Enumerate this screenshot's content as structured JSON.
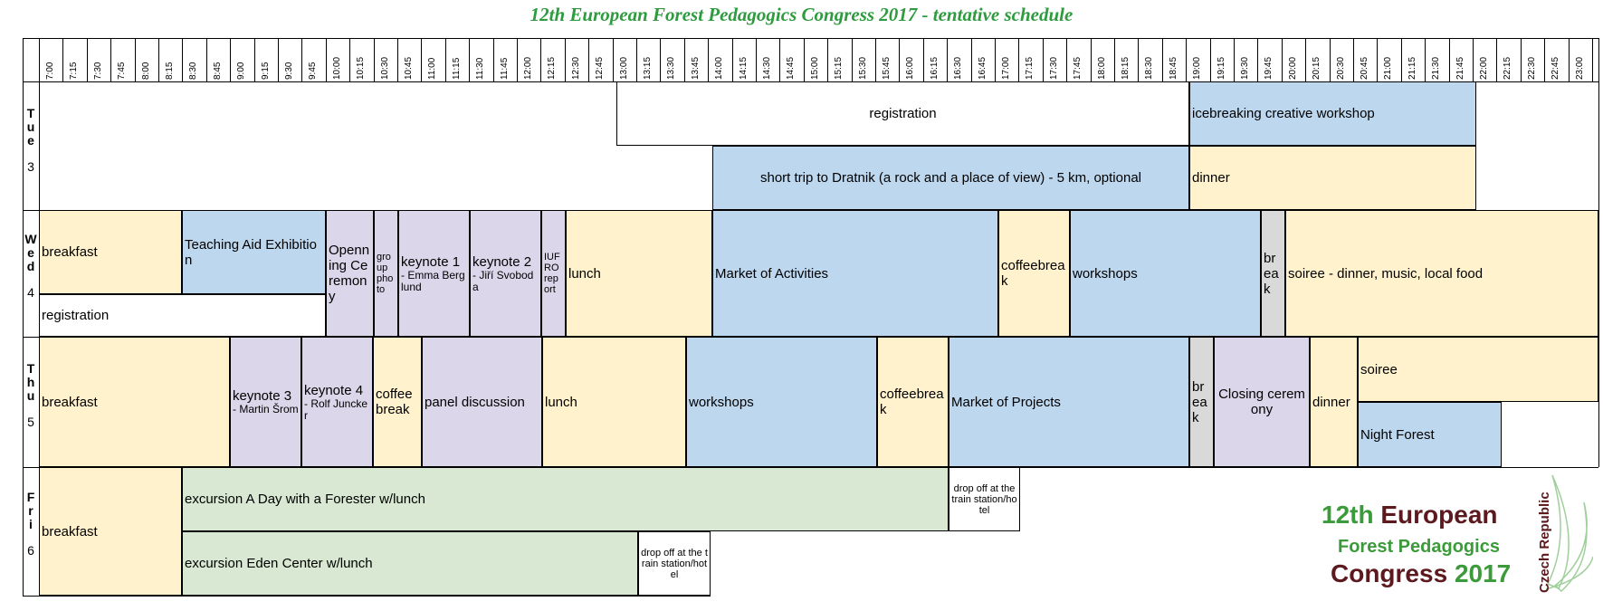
{
  "title": "12th European Forest Pedagogics Congress 2017 - tentative schedule",
  "times": [
    "7:00",
    "7:15",
    "7:30",
    "7:45",
    "8:00",
    "8:15",
    "8:30",
    "8:45",
    "9:00",
    "9:15",
    "9:30",
    "9:45",
    "10:00",
    "10:15",
    "10:30",
    "10:45",
    "11:00",
    "11:15",
    "11:30",
    "11:45",
    "12:00",
    "12:15",
    "12:30",
    "12:45",
    "13:00",
    "13:15",
    "13:30",
    "13:45",
    "14:00",
    "14:15",
    "14:30",
    "14:45",
    "15:00",
    "15:15",
    "15:30",
    "15:45",
    "16:00",
    "16:15",
    "16:30",
    "16:45",
    "17:00",
    "17:15",
    "17:30",
    "17:45",
    "18:00",
    "18:15",
    "18:30",
    "18:45",
    "19:00",
    "19:15",
    "19:30",
    "19:45",
    "20:00",
    "20:15",
    "20:30",
    "20:45",
    "21:00",
    "21:15",
    "21:30",
    "21:45",
    "22:00",
    "22:15",
    "22:30",
    "22:45",
    "23:00"
  ],
  "days": [
    {
      "letters": [
        "T",
        "u",
        "e"
      ],
      "num": "3"
    },
    {
      "letters": [
        "W",
        "e",
        "d"
      ],
      "num": "4"
    },
    {
      "letters": [
        "T",
        "h",
        "u"
      ],
      "num": "5"
    },
    {
      "letters": [
        "F",
        "r",
        "i"
      ],
      "num": "6"
    }
  ],
  "events": {
    "tue_registration": "registration",
    "tue_icebreaking": "icebreaking creative workshop",
    "tue_trip": "short trip to Dratnik (a rock and a place of view) - 5 km, optional",
    "tue_dinner": "dinner",
    "wed_breakfast": "breakfast",
    "wed_teaching": "Teaching Aid Exhibition",
    "wed_registration": "registration",
    "wed_opening": "Openning Ceremony",
    "wed_photo": "group photo",
    "wed_keynote1": "keynote 1",
    "wed_keynote1_sub": "- Emma Berglund",
    "wed_keynote2": "keynote 2",
    "wed_keynote2_sub": "- Jiří Svoboda",
    "wed_iufro": "IUFRO report",
    "wed_lunch": "lunch",
    "wed_market": "Market of Activities",
    "wed_coffee": "coffeebreak",
    "wed_workshops": "workshops",
    "wed_break": "break",
    "wed_soiree": "soiree - dinner, music, local food",
    "thu_breakfast": "breakfast",
    "thu_keynote3": "keynote 3",
    "thu_keynote3_sub": "- Martin Šrom",
    "thu_keynote4": "keynote 4",
    "thu_keynote4_sub": "- Rolf Juncker",
    "thu_coffee1": "coffee break",
    "thu_panel": "panel discussion",
    "thu_lunch": "lunch",
    "thu_workshops": "workshops",
    "thu_coffee2": "coffeebreak",
    "thu_market": "Market of Projects",
    "thu_break": "break",
    "thu_closing": "Closing ceremony",
    "thu_dinner": "dinner",
    "thu_soiree": "soiree",
    "thu_night": "Night Forest",
    "fri_breakfast": "breakfast",
    "fri_excursion_a": "excursion A Day with a Forester w/lunch",
    "fri_dropoff1": "drop off at the train station/hotel",
    "fri_excursion_eden": "excursion Eden Center w/lunch",
    "fri_dropoff2": "drop off at the train station/hotel"
  },
  "logo": {
    "line1_a": "12th",
    "line1_b": "European",
    "line2": "Forest Pedagogics",
    "line3_a": "Congress",
    "line3_b": "2017",
    "side": "Czech Republic"
  }
}
